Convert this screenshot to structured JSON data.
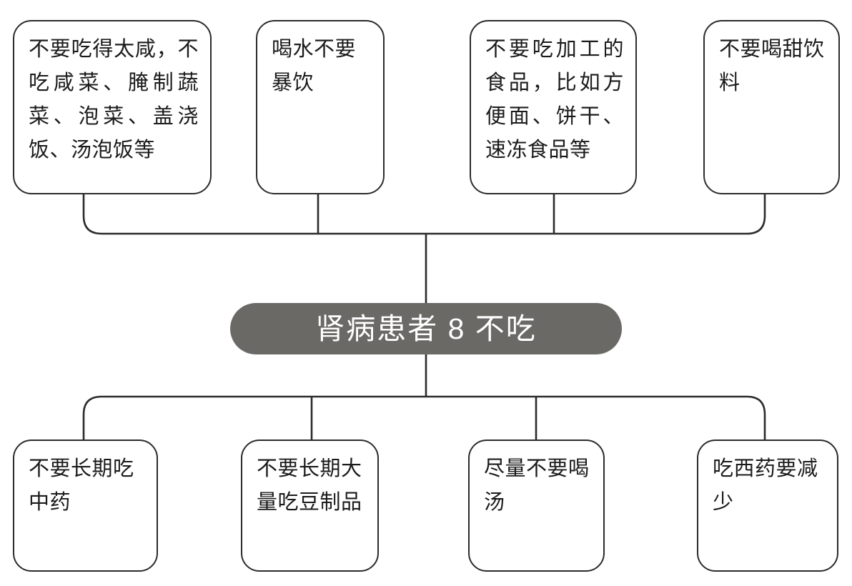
{
  "diagram": {
    "center": {
      "label": "肾病患者 8 不吃",
      "fill_color": "#6b6965",
      "text_color": "#ffffff"
    },
    "style": {
      "node_border_color": "#2b2b2b",
      "node_fill_color": "#ffffff",
      "node_text_color": "#1b1b1b",
      "connector_color": "#2b2b2b",
      "background_color": "#ffffff"
    },
    "top_nodes": [
      {
        "id": "no-salty-food",
        "text": "不要吃得太咸，不吃咸菜、腌制蔬菜、泡菜、盖浇饭、汤泡饭等"
      },
      {
        "id": "no-binge-drinking",
        "text": "喝水不要暴饮"
      },
      {
        "id": "no-processed-food",
        "text": "不要吃加工的食品，比如方便面、饼干、速冻食品等"
      },
      {
        "id": "no-sweet-drinks",
        "text": "不要喝甜饮料"
      }
    ],
    "bottom_nodes": [
      {
        "id": "no-long-term-tcm",
        "text": "不要长期吃中药"
      },
      {
        "id": "no-excess-soy",
        "text": "不要长期大量吃豆制品"
      },
      {
        "id": "avoid-soup",
        "text": "尽量不要喝汤"
      },
      {
        "id": "reduce-western-meds",
        "text": "吃西药要减少"
      }
    ]
  }
}
